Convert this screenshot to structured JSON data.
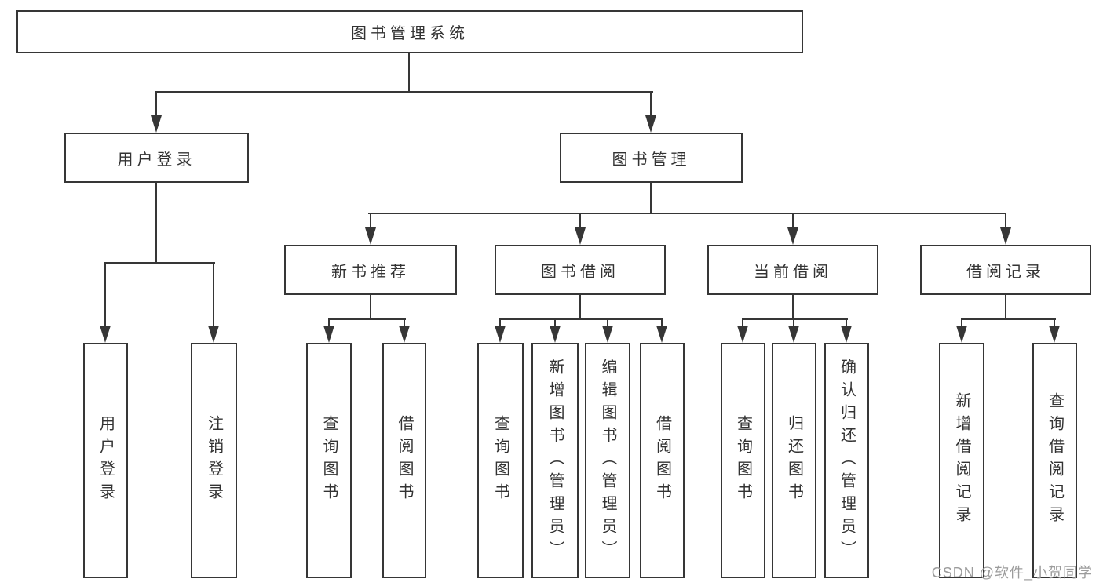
{
  "diagram": {
    "type": "tree",
    "title": "图书管理系统",
    "watermark": "CSDN @软件_小贺同学",
    "colors": {
      "line": "#363636",
      "text": "#333333",
      "background": "#ffffff",
      "watermark": "#9c9c9c"
    },
    "nodes": {
      "root": {
        "label": "图书管理系统"
      },
      "level2": [
        {
          "id": "user-login",
          "label": "用户登录",
          "parent": "root"
        },
        {
          "id": "book-mgmt",
          "label": "图书管理",
          "parent": "root"
        }
      ],
      "level3": [
        {
          "id": "new-book",
          "label": "新书推荐",
          "parent": "book-mgmt"
        },
        {
          "id": "book-borrow",
          "label": "图书借阅",
          "parent": "book-mgmt"
        },
        {
          "id": "current-borrow",
          "label": "当前借阅",
          "parent": "book-mgmt"
        },
        {
          "id": "borrow-record",
          "label": "借阅记录",
          "parent": "book-mgmt"
        }
      ],
      "leaves": {
        "user_login": [
          "用户登录",
          "注销登录"
        ],
        "new_book": [
          "查询图书",
          "借阅图书"
        ],
        "book_borrow": [
          "查询图书",
          "新增图书（管理员）",
          "编辑图书（管理员）",
          "借阅图书"
        ],
        "current_borrow": [
          "查询图书",
          "归还图书",
          "确认归还（管理员）"
        ],
        "borrow_record": [
          "新增借阅记录",
          "查询借阅记录"
        ]
      }
    }
  }
}
